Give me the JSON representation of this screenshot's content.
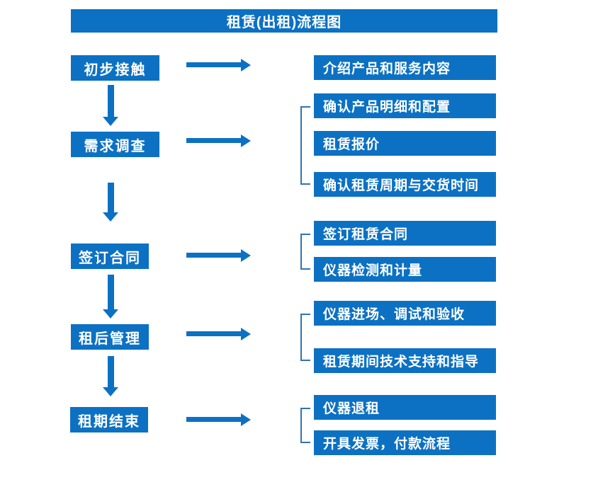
{
  "title": "租赁(出租)流程图",
  "colors": {
    "box_blue": "#0C71C3",
    "bracket_blue": "#2E74B5",
    "text_white": "#FFFFFF",
    "background": "#FFFFFF"
  },
  "groups": [
    {
      "step": "初步接触",
      "items": [
        "介绍产品和服务内容"
      ]
    },
    {
      "step": "需求调查",
      "items": [
        "确认产品明细和配置",
        "租赁报价",
        "确认租赁周期与交货时间"
      ]
    },
    {
      "step": "签订合同",
      "items": [
        "签订租赁合同",
        "仪器检测和计量"
      ]
    },
    {
      "step": "租后管理",
      "items": [
        "仪器进场、调试和验收",
        "租赁期间技术支持和指导"
      ]
    },
    {
      "step": "租期结束",
      "items": [
        "仪器退租",
        "开具发票，付款流程"
      ]
    }
  ]
}
